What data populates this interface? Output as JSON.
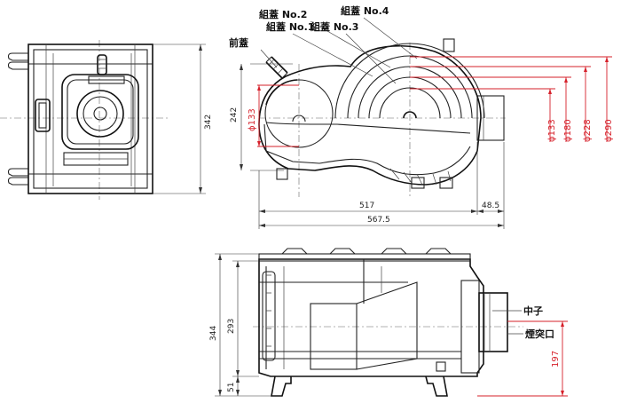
{
  "labels": {
    "front_lid": "前蓋",
    "set_lid_1": "組蓋 No.1",
    "set_lid_2": "組蓋 No.2",
    "set_lid_3": "組蓋 No.3",
    "set_lid_4": "組蓋 No.4",
    "inner": "中子",
    "flue": "煙突口"
  },
  "dimensions": {
    "side_height": "342",
    "top_height": "242",
    "top_len_main": "517",
    "top_len_ext": "48.5",
    "top_len_total": "567.5",
    "front_total_height": "344",
    "front_body_height": "293",
    "front_leg_height": "51",
    "flue_height": "197",
    "dia_133_left": "ϕ133",
    "dia_133": "ϕ133",
    "dia_180": "ϕ180",
    "dia_228": "ϕ228",
    "dia_290": "ϕ290"
  },
  "colors": {
    "line": "#222222",
    "dimension_red": "#d6202a",
    "background": "#ffffff"
  }
}
